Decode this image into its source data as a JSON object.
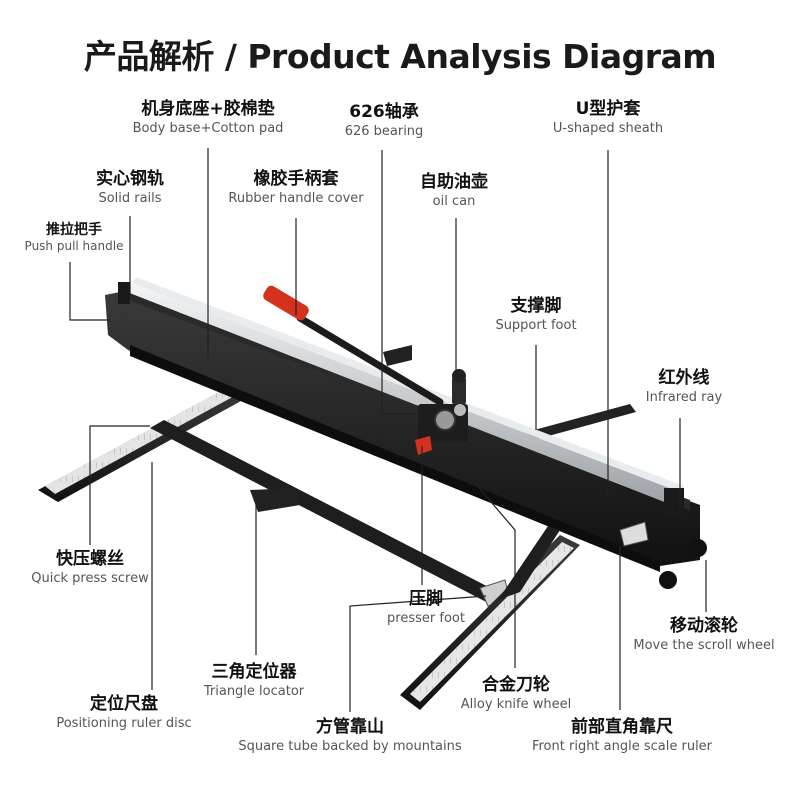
{
  "title": "产品解析 / Product Analysis Diagram",
  "labels": {
    "body_base": {
      "cn": "机身底座+胶棉垫",
      "en": "Body base+Cotton pad"
    },
    "bearing": {
      "cn": "626轴承",
      "en": "626 bearing"
    },
    "u_sheath": {
      "cn": "U型护套",
      "en": "U-shaped sheath"
    },
    "solid_rails": {
      "cn": "实心钢轨",
      "en": "Solid rails"
    },
    "rubber_handle": {
      "cn": "橡胶手柄套",
      "en": "Rubber handle cover"
    },
    "oil_can": {
      "cn": "自助油壶",
      "en": "oil can"
    },
    "push_pull": {
      "cn": "推拉把手",
      "en": "Push pull handle"
    },
    "support_foot": {
      "cn": "支撑脚",
      "en": "Support foot"
    },
    "infrared": {
      "cn": "红外线",
      "en": "Infrared ray"
    },
    "quick_press": {
      "cn": "快压螺丝",
      "en": "Quick press screw"
    },
    "presser_foot": {
      "cn": "压脚",
      "en": "presser foot"
    },
    "scroll_wheel": {
      "cn": "移动滚轮",
      "en": "Move the scroll wheel"
    },
    "triangle": {
      "cn": "三角定位器",
      "en": "Triangle locator"
    },
    "alloy_wheel": {
      "cn": "合金刀轮",
      "en": "Alloy knife wheel"
    },
    "ruler_disc": {
      "cn": "定位尺盘",
      "en": "Positioning ruler disc"
    },
    "square_tube": {
      "cn": "方管靠山",
      "en": "Square tube backed by mountains"
    },
    "angle_ruler": {
      "cn": "前部直角靠尺",
      "en": "Front right angle scale ruler"
    }
  },
  "colors": {
    "frame": "#1c1c1c",
    "rail": "#cfd3d6",
    "handle_grip": "#d4321f",
    "ruler": "#e6e6e6"
  }
}
